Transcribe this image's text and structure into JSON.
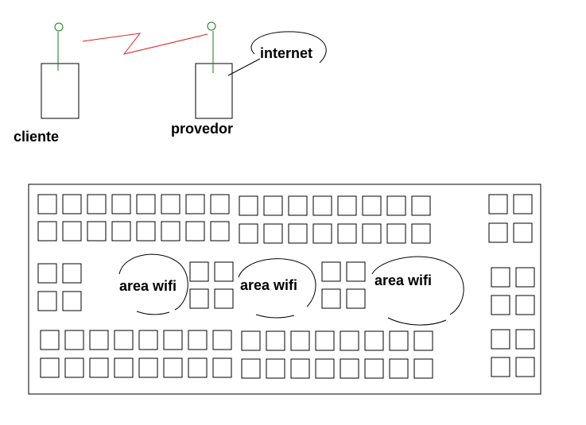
{
  "labels": {
    "cliente": "cliente",
    "provedor": "provedor",
    "internet": "internet",
    "wifi_1": "area wifi",
    "wifi_2": "area wifi",
    "wifi_3": "area wifi"
  },
  "colors": {
    "antenna": "#1a7a1a",
    "radio_link": "#e02020",
    "outline": "#000000"
  },
  "icons": {
    "antenna": "antenna-icon",
    "radio_link": "lightning-link-icon",
    "cloud": "internet-cloud-icon"
  }
}
